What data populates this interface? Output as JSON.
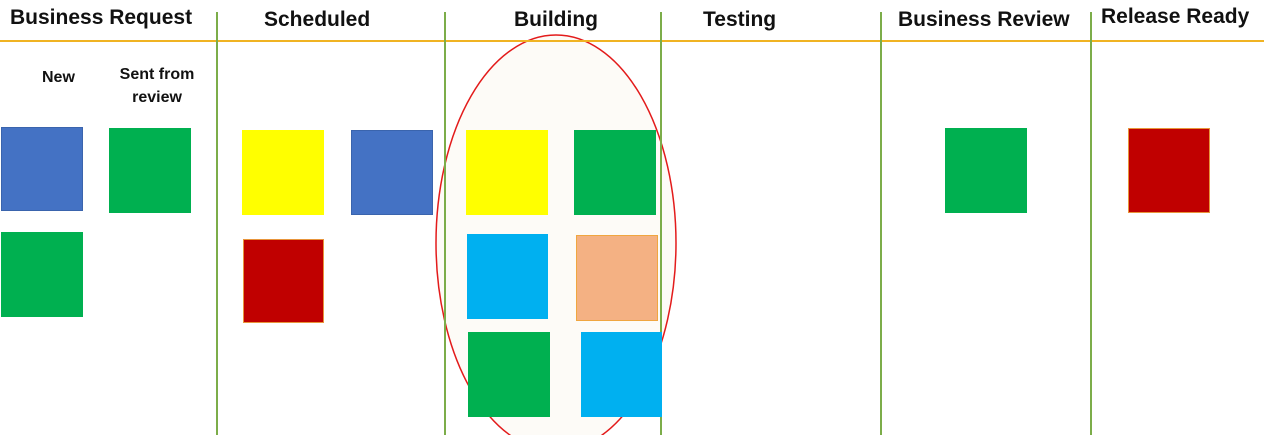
{
  "board": {
    "columns": [
      {
        "title": "Business Request"
      },
      {
        "title": "Scheduled"
      },
      {
        "title": "Building"
      },
      {
        "title": "Testing"
      },
      {
        "title": "Business Review"
      },
      {
        "title": "Release Ready"
      }
    ],
    "sub_columns": {
      "new": "New",
      "sent_from_review_line1": "Sent from",
      "sent_from_review_line2": "review"
    }
  },
  "colors": {
    "rule_horizontal": "#f0b323",
    "rule_vertical": "#7cad4a",
    "highlight_ring": "#e31b1b",
    "highlight_fill": "#fdfbf7",
    "blue": "#4472c4",
    "green": "#00b050",
    "yellow": "#ffff00",
    "red": "#c00000",
    "light_blue": "#00b0f0",
    "peach": "#f4b183"
  },
  "cards": [
    {
      "column": "Business Request",
      "lane": "New",
      "color": "blue"
    },
    {
      "column": "Business Request",
      "lane": "New",
      "color": "green"
    },
    {
      "column": "Business Request",
      "lane": "Sent from review",
      "color": "green"
    },
    {
      "column": "Scheduled",
      "color": "yellow"
    },
    {
      "column": "Scheduled",
      "color": "blue"
    },
    {
      "column": "Scheduled",
      "color": "red"
    },
    {
      "column": "Building",
      "color": "yellow"
    },
    {
      "column": "Building",
      "color": "green"
    },
    {
      "column": "Building",
      "color": "light_blue"
    },
    {
      "column": "Building",
      "color": "peach"
    },
    {
      "column": "Building",
      "color": "green"
    },
    {
      "column": "Building",
      "color": "light_blue"
    },
    {
      "column": "Business Review",
      "color": "green"
    },
    {
      "column": "Release Ready",
      "color": "red"
    }
  ]
}
